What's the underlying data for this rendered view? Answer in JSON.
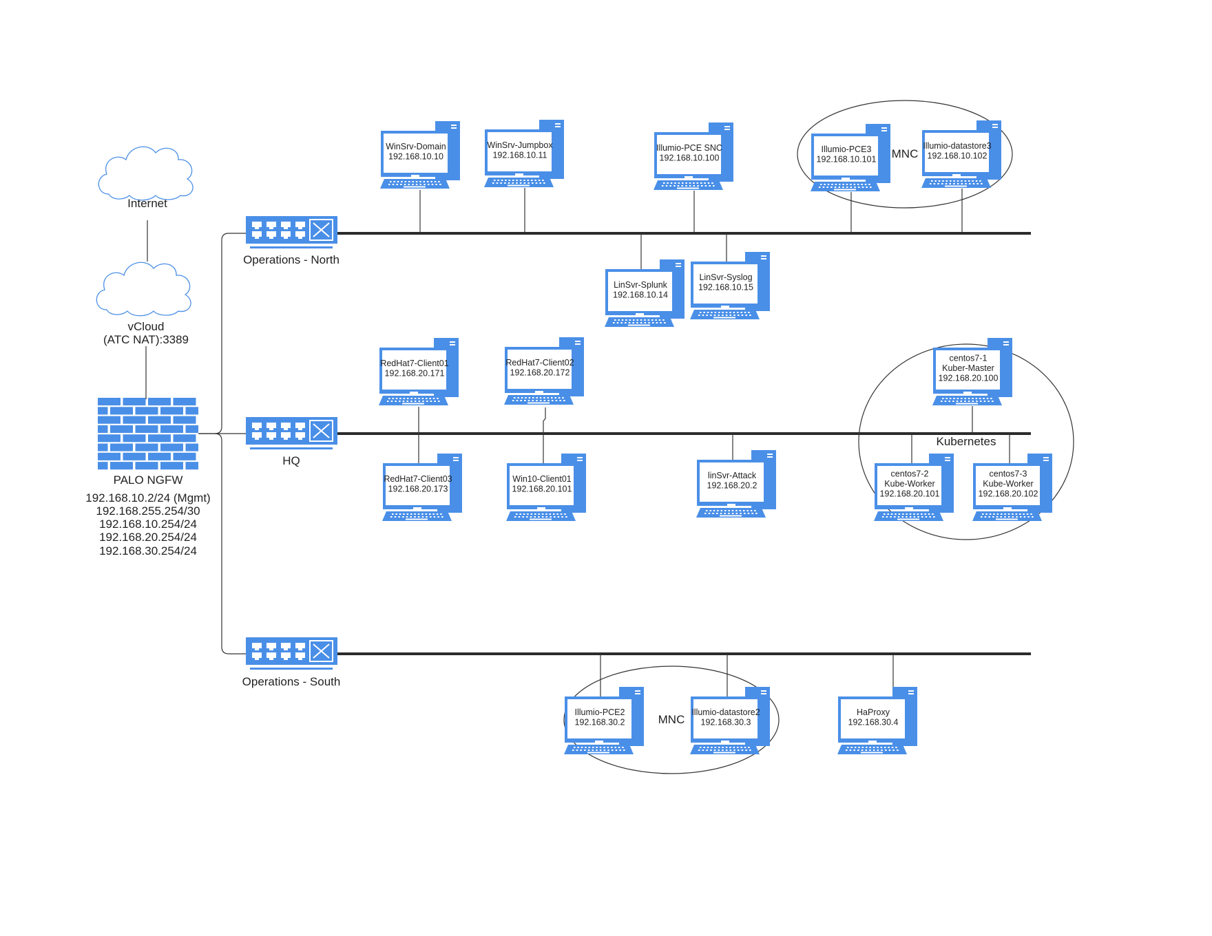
{
  "colors": {
    "device": "#4a8fe7",
    "screen": "#ffffff",
    "bus": "#2b2b2b",
    "cloud_stroke": "#4a8fe7"
  },
  "clouds": {
    "internet": {
      "label": "Internet",
      "icon": "cloud-icon"
    },
    "vcloud": {
      "label_line1": "vCloud",
      "label_line2": "(ATC NAT):3389",
      "icon": "cloud-icon"
    }
  },
  "firewall": {
    "name": "PALO NGFW",
    "icon": "firewall-brick-icon",
    "addresses": [
      "192.168.10.2/24 (Mgmt)",
      "192.168.255.254/30",
      "192.168.10.254/24",
      "192.168.20.254/24",
      "192.168.30.254/24"
    ]
  },
  "switches": {
    "north": {
      "label": "Operations - North",
      "icon": "network-switch-icon"
    },
    "hq": {
      "label": "HQ",
      "icon": "network-switch-icon"
    },
    "south": {
      "label": "Operations - South",
      "icon": "network-switch-icon"
    }
  },
  "groups": {
    "mnc_north": "MNC",
    "kubernetes": "Kubernetes",
    "mnc_south": "MNC"
  },
  "hosts": [
    {
      "id": "winsrv-domain",
      "lines": [
        "WinSrv-Domain",
        "192.168.10.10"
      ]
    },
    {
      "id": "winsrv-jumpbox",
      "lines": [
        "WinSrv-Jumpbox",
        "192.168.10.11"
      ]
    },
    {
      "id": "illumio-pce-snc",
      "lines": [
        "Illumio-PCE SNC",
        "192.168.10.100"
      ]
    },
    {
      "id": "illumio-pce3",
      "lines": [
        "Illumio-PCE3",
        "192.168.10.101"
      ]
    },
    {
      "id": "illumio-datastore3",
      "lines": [
        "Illumio-datastore3",
        "192.168.10.102"
      ]
    },
    {
      "id": "linsvr-splunk",
      "lines": [
        "LinSvr-Splunk",
        "192.168.10.14"
      ]
    },
    {
      "id": "linsvr-syslog",
      "lines": [
        "LinSvr-Syslog",
        "192.168.10.15"
      ]
    },
    {
      "id": "redhat7-client01",
      "lines": [
        "RedHat7-Client01",
        "192.168.20.171"
      ]
    },
    {
      "id": "redhat7-client02",
      "lines": [
        "RedHat7-Client02",
        "192.168.20.172"
      ]
    },
    {
      "id": "redhat7-client03",
      "lines": [
        "RedHat7-Client03",
        "192.168.20.173"
      ]
    },
    {
      "id": "win10-client01",
      "lines": [
        "Win10-Client01",
        "192.168.20.101"
      ]
    },
    {
      "id": "linsvr-attack",
      "lines": [
        "linSvr-Attack",
        "192.168.20.2"
      ]
    },
    {
      "id": "centos7-1",
      "lines": [
        "centos7-1",
        "Kuber-Master",
        "192.168.20.100"
      ]
    },
    {
      "id": "centos7-2",
      "lines": [
        "centos7-2",
        "Kube-Worker",
        "192.168.20.101"
      ]
    },
    {
      "id": "centos7-3",
      "lines": [
        "centos7-3",
        "Kube-Worker",
        "192.168.20.102"
      ]
    },
    {
      "id": "illumio-pce2",
      "lines": [
        "Illumio-PCE2",
        "192.168.30.2"
      ]
    },
    {
      "id": "illumio-datastore2",
      "lines": [
        "Illumio-datastore2",
        "192.168.30.3"
      ]
    },
    {
      "id": "haproxy",
      "lines": [
        "HaProxy",
        "192.168.30.4"
      ]
    }
  ]
}
